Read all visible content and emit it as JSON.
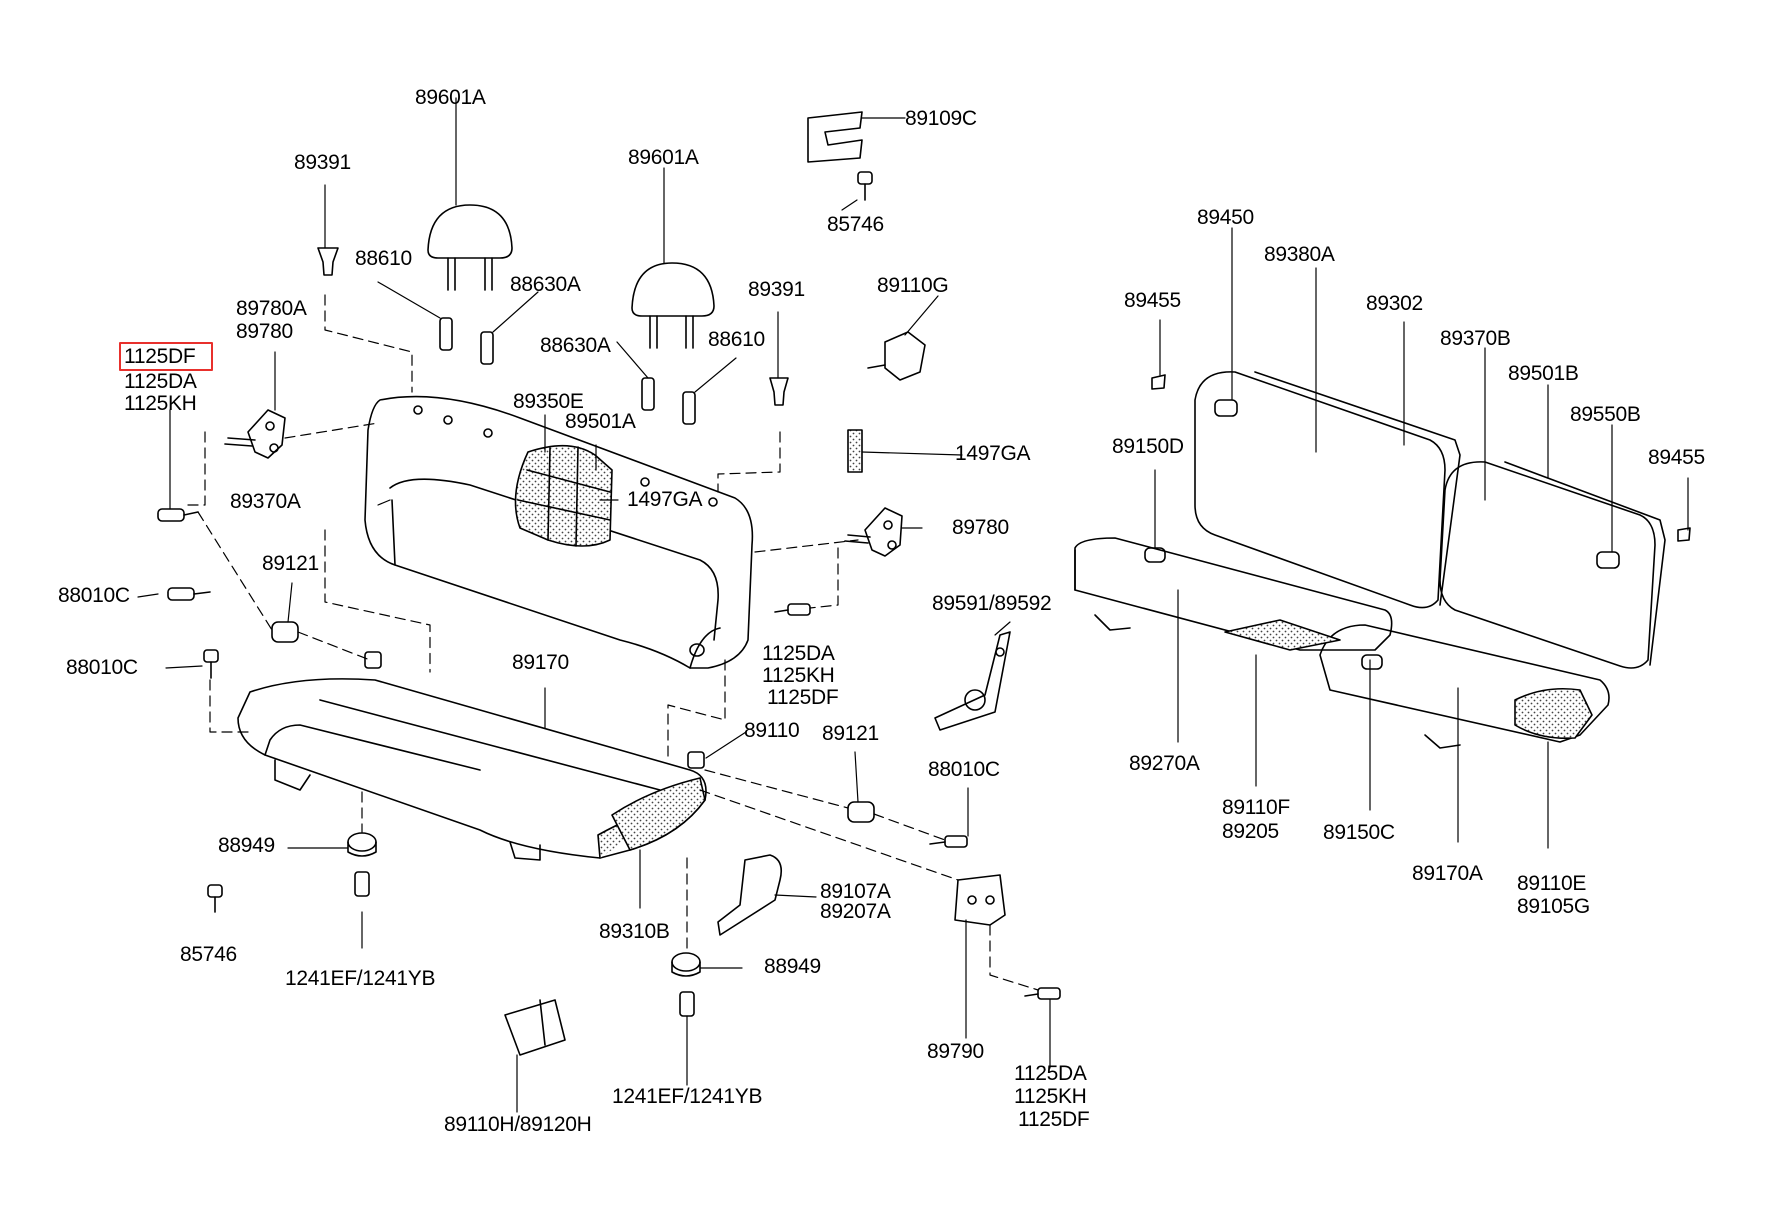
{
  "colors": {
    "line": "#000000",
    "highlight": "#e8302c",
    "fill_pattern": "#bbbbbb"
  },
  "labels": {
    "l_89601a_a": "89601A",
    "l_89601a_b": "89601A",
    "l_89109c": "89109C",
    "l_85746_top": "85746",
    "l_89391_a": "89391",
    "l_88610_a": "88610",
    "l_88630a_a": "88630A",
    "l_89780a": "89780A",
    "l_89780_a": "89780",
    "l_1125df_hl": "1125DF",
    "l_1125da_a": "1125DA",
    "l_1125kh_a": "1125KH",
    "l_89391_b": "89391",
    "l_89110g": "89110G",
    "l_88630a_b": "88630A",
    "l_88610_b": "88610",
    "l_89350e": "89350E",
    "l_89501a": "89501A",
    "l_1497ga_a": "1497GA",
    "l_1497ga_b": "1497GA",
    "l_89370a": "89370A",
    "l_89780_b": "89780",
    "l_89121_a": "89121",
    "l_88010c_a": "88010C",
    "l_88010c_b": "88010C",
    "l_89170": "89170",
    "l_1125da_b": "1125DA",
    "l_1125kh_b": "1125KH",
    "l_1125df_b": "1125DF",
    "l_89591": "89591/89592",
    "l_89110": "89110",
    "l_89121_b": "89121",
    "l_88010c_c": "88010C",
    "l_88949_a": "88949",
    "l_85746_b": "85746",
    "l_1241ef_a": "1241EF/1241YB",
    "l_89310b": "89310B",
    "l_89107a": "89107A",
    "l_89207a": "89207A",
    "l_88949_b": "88949",
    "l_1241ef_b": "1241EF/1241YB",
    "l_89110h": "89110H/89120H",
    "l_89790": "89790",
    "l_1125da_c": "1125DA",
    "l_1125kh_c": "1125KH",
    "l_1125df_c": "1125DF",
    "l_89450": "89450",
    "l_89380a": "89380A",
    "l_89455_a": "89455",
    "l_89302": "89302",
    "l_89370b": "89370B",
    "l_89501b": "89501B",
    "l_89550b": "89550B",
    "l_89455_b": "89455",
    "l_89150d": "89150D",
    "l_89270a": "89270A",
    "l_89110f": "89110F",
    "l_89205": "89205",
    "l_89150c": "89150C",
    "l_89170a": "89170A",
    "l_89110e": "89110E",
    "l_89105g": "89105G"
  }
}
